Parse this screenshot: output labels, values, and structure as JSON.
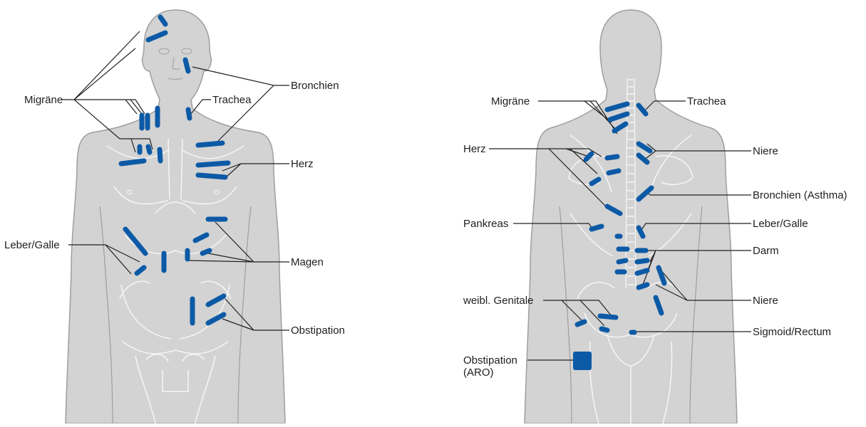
{
  "colors": {
    "skin": "#d3d3d3",
    "outline": "#9e9e9e",
    "contour": "#f4f4f4",
    "tape": "#0c5aa6",
    "leader": "#222222",
    "text": "#1e1e1e"
  },
  "front": {
    "labels": {
      "migraene": "Migräne",
      "trachea": "Trachea",
      "bronchien": "Bronchien",
      "herz": "Herz",
      "leber_galle": "Leber/Galle",
      "magen": "Magen",
      "obstipation": "Obstipation"
    }
  },
  "back": {
    "labels": {
      "migraene": "Migräne",
      "trachea": "Trachea",
      "herz": "Herz",
      "niere_upper": "Niere",
      "bronchien_asthma": "Bronchien (Asthma)",
      "pankreas": "Pankreas",
      "leber_galle": "Leber/Galle",
      "darm": "Darm",
      "niere_lower": "Niere",
      "weibl_genitale": "weibl. Genitale",
      "sigmoid_rectum": "Sigmoid/Rectum",
      "obstipation_aro_line1": "Obstipation",
      "obstipation_aro_line2": "(ARO)"
    }
  }
}
